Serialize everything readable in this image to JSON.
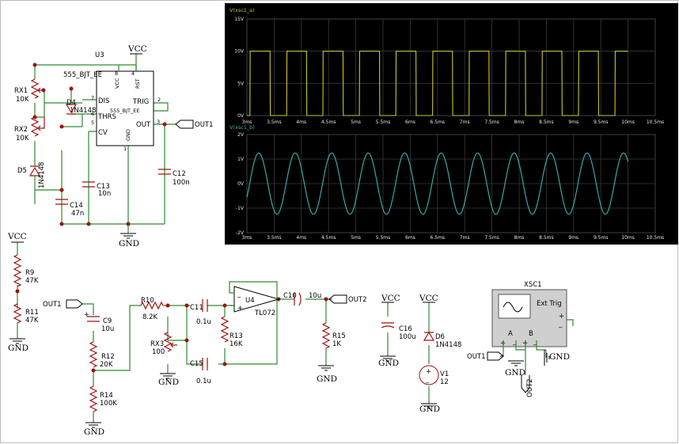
{
  "power": {
    "vcc": "VCC",
    "gnd": "GND"
  },
  "timer": {
    "ref": "U3",
    "model": "555_BJT_EE",
    "pins": {
      "dis": "DIS",
      "trig": "TRIG",
      "thrs": "THRS",
      "cv": "CV",
      "out": "OUT",
      "vcc": "VCC",
      "rst": "RST",
      "gnd": "GND",
      "vcc_num": "8",
      "rst_num": "4",
      "trig_num": "2",
      "dis_num": "7",
      "thrs_num": "6",
      "cv_num": "5",
      "out_num": "3",
      "gnd_num": "1",
      "part": "555_BJT_EE"
    }
  },
  "components": {
    "rx1": {
      "ref": "RX1",
      "value": "10K"
    },
    "rx2": {
      "ref": "RX2",
      "value": "10K"
    },
    "d4": {
      "ref": "D4",
      "value": "1N4148"
    },
    "d5": {
      "ref": "D5",
      "value": "1N4148"
    },
    "c12": {
      "ref": "C12",
      "value": "100n"
    },
    "c13": {
      "ref": "C13",
      "value": "10n"
    },
    "c14": {
      "ref": "C14",
      "value": "47n"
    },
    "r9": {
      "ref": "R9",
      "value": "47K"
    },
    "r11": {
      "ref": "R11",
      "value": "47K"
    },
    "c9": {
      "ref": "C9",
      "value": "10u"
    },
    "r12": {
      "ref": "R12",
      "value": "20K"
    },
    "r14": {
      "ref": "R14",
      "value": "100K"
    },
    "r10": {
      "ref": "R10",
      "value": "8.2K"
    },
    "rx3": {
      "ref": "RX3",
      "value": "100"
    },
    "c11": {
      "ref": "C11",
      "value": "0.1u"
    },
    "c15": {
      "ref": "C15",
      "value": "0.1u"
    },
    "r13": {
      "ref": "R13",
      "value": "16K"
    },
    "u4": {
      "ref": "U4",
      "value": "TL072"
    },
    "c10": {
      "ref": "C10",
      "value": "10u"
    },
    "r15": {
      "ref": "R15",
      "value": "1K"
    },
    "c16": {
      "ref": "C16",
      "value": "100u"
    },
    "d6": {
      "ref": "D6",
      "value": "1N4148"
    },
    "v1": {
      "ref": "V1",
      "value": "12"
    }
  },
  "nets": {
    "out1": "OUT1",
    "out2": "OUT2"
  },
  "scope": {
    "ref": "XSC1",
    "ext_trig": "Ext Trig",
    "ch_a": "A",
    "ch_b": "B",
    "plus": "+",
    "minus": "_"
  },
  "chart_data": [
    {
      "type": "line",
      "title": "V(xsc1_a)",
      "x_ticks": [
        "3ms",
        "3.5ms",
        "4ms",
        "4.5ms",
        "5ms",
        "5.5ms",
        "6ms",
        "6.5ms",
        "7ms",
        "7.5ms",
        "8ms",
        "8.5ms",
        "9ms",
        "9.5ms",
        "10ms",
        "10.5ms"
      ],
      "y_ticks": [
        "0V",
        "5V",
        "10V",
        "15V"
      ],
      "xlim": [
        3,
        10.5
      ],
      "ylim": [
        0,
        15
      ],
      "grid": true,
      "background": "#000000",
      "color": "#c8c82a",
      "series": [
        {
          "shape": "square",
          "period_ms": 0.67,
          "phase_ms": 3.06,
          "duty": 0.55,
          "low": 0,
          "high": 10,
          "x_end_ms": 10
        }
      ]
    },
    {
      "type": "line",
      "title": "V(xsc1_b)",
      "x_ticks": [
        "3ms",
        "3.5ms",
        "4ms",
        "4.5ms",
        "5ms",
        "5.5ms",
        "6ms",
        "6.5ms",
        "7ms",
        "7.5ms",
        "8ms",
        "8.5ms",
        "9ms",
        "9.5ms",
        "10ms",
        "10.5ms"
      ],
      "y_ticks": [
        "-2V",
        "-1V",
        "0V",
        "1V",
        "2V"
      ],
      "xlim": [
        3,
        10.5
      ],
      "ylim": [
        -2,
        2
      ],
      "grid": true,
      "background": "#000000",
      "color": "#3ab4b4",
      "series": [
        {
          "shape": "sine",
          "period_ms": 0.67,
          "phase_ms": 3.05,
          "amplitude": 1.25,
          "x_end_ms": 10
        }
      ]
    }
  ]
}
